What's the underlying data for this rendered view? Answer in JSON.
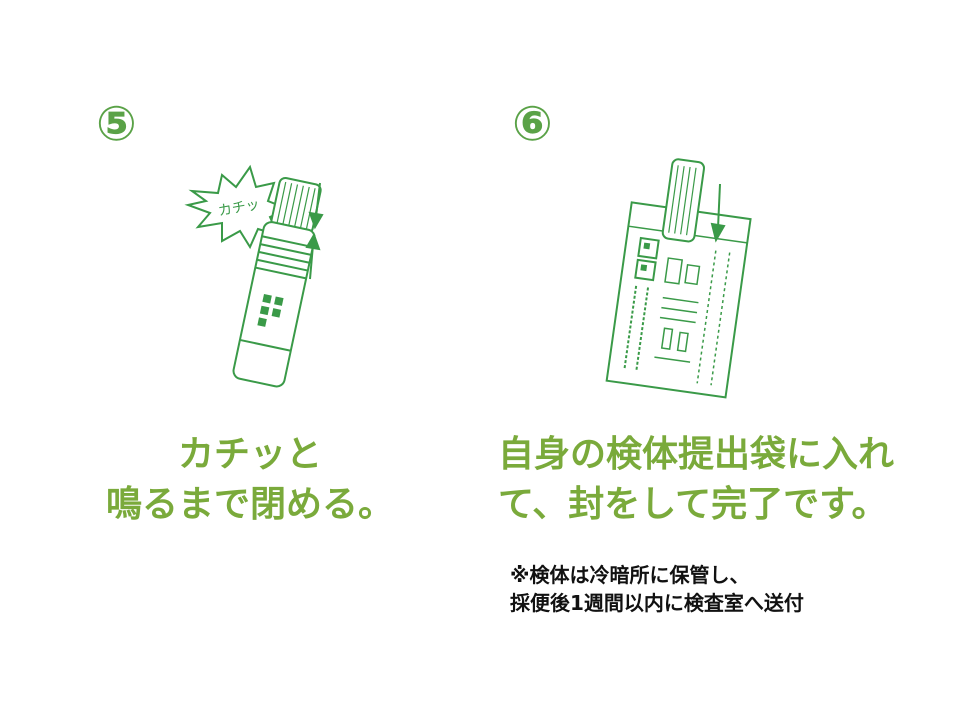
{
  "colors": {
    "step_number": "#5aa247",
    "caption": "#7aaa3b",
    "illustration_stroke": "#3a9a48",
    "note_text": "#111111"
  },
  "steps": [
    {
      "number": "⑤",
      "illustration": "sealed-tube-click",
      "illustration_text": "カチッ",
      "caption_lines": [
        "カチッと",
        "鳴るまで閉める。"
      ]
    },
    {
      "number": "⑥",
      "illustration": "tube-into-bag",
      "caption_lines": [
        "自身の検体提出袋に入れ",
        "て、封をして完了です。"
      ],
      "note_lines": [
        "※検体は冷暗所に保管し、",
        "採便後1週間以内に検査室へ送付"
      ]
    }
  ]
}
